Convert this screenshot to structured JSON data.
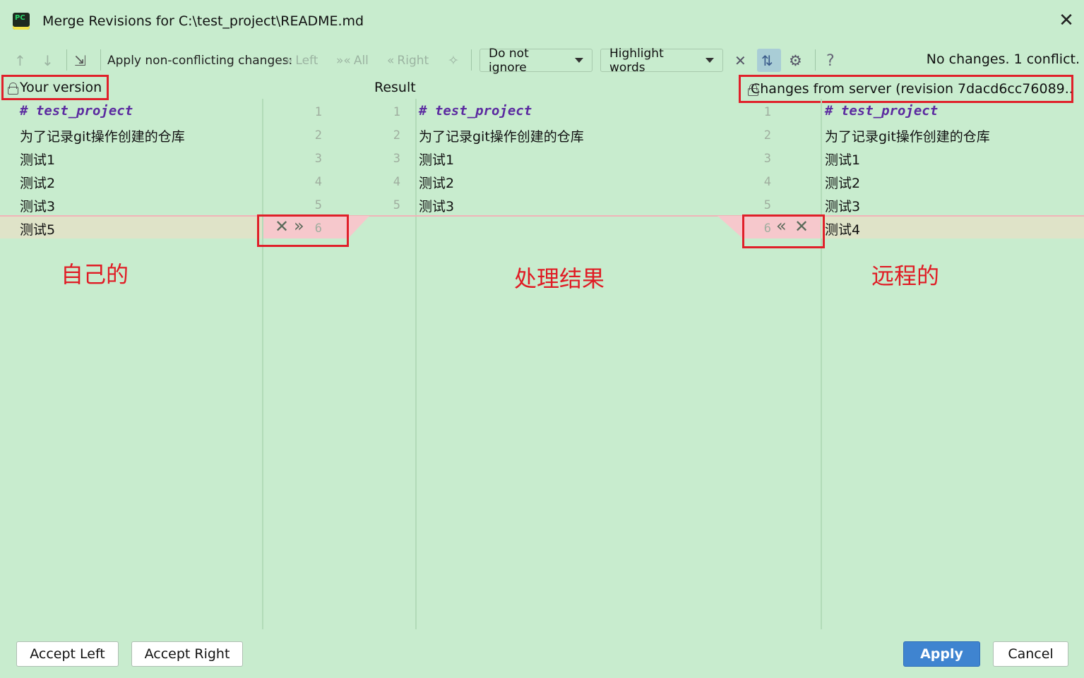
{
  "window": {
    "title": "Merge Revisions for C:\\test_project\\README.md",
    "logo_text": "PC"
  },
  "toolbar": {
    "apply_label": "Apply non-conflicting changes:",
    "left_label": "Left",
    "all_label": "All",
    "right_label": "Right",
    "ignore_select": "Do not ignore",
    "highlight_select": "Highlight words",
    "help": "?",
    "status": "No changes. 1 conflict."
  },
  "panes": {
    "left_header": "Your version",
    "center_header": "Result",
    "right_header": "Changes from server (revision 7dacd6cc76089...",
    "left_lines": [
      "# test_project",
      "为了记录git操作创建的仓库",
      "测试1",
      "测试2",
      "测试3",
      "测试5"
    ],
    "center_lines": [
      "# test_project",
      "为了记录git操作创建的仓库",
      "测试1",
      "测试2",
      "测试3"
    ],
    "right_lines": [
      "# test_project",
      "为了记录git操作创建的仓库",
      "测试1",
      "测试2",
      "测试3",
      "测试4"
    ],
    "left_numbers": [
      "1",
      "2",
      "3",
      "4",
      "5",
      "6"
    ],
    "center_numbers": [
      "1",
      "2",
      "3",
      "4",
      "5"
    ],
    "right_numbers": [
      "1",
      "2",
      "3",
      "4",
      "5",
      "6"
    ]
  },
  "annotations": {
    "left": "自己的",
    "center": "处理结果",
    "right": "远程的"
  },
  "buttons": {
    "accept_left": "Accept Left",
    "accept_right": "Accept Right",
    "apply": "Apply",
    "cancel": "Cancel"
  },
  "colors": {
    "background": "#c8ecce",
    "conflict_band": "#dfe3c8",
    "highlight_box": "#e0202a",
    "primary_button": "#3f84d0"
  },
  "icons": [
    "app-logo-icon",
    "close-icon",
    "arrow-up-icon",
    "arrow-down-icon",
    "collapse-icon",
    "magic-wand-icon",
    "collapse-all-icon",
    "sync-scroll-icon",
    "gear-icon",
    "help-icon",
    "lock-icon",
    "reject-icon",
    "apply-arrow-icon"
  ]
}
